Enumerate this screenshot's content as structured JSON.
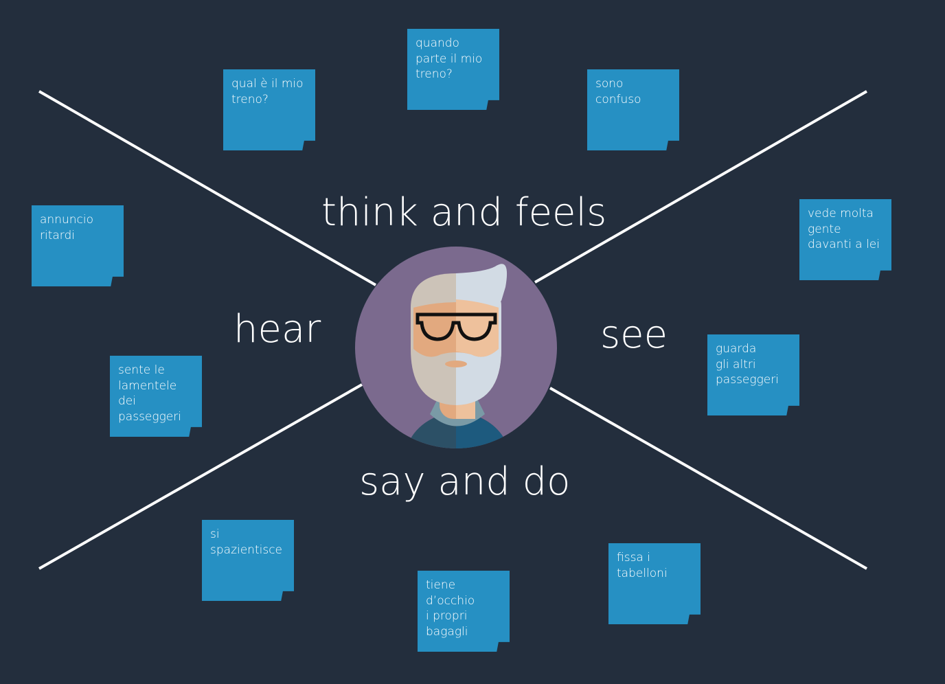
{
  "quadrants": {
    "top": "think and feels",
    "left": "hear",
    "right": "see",
    "bottom": "say and do"
  },
  "notes": [
    {
      "text": "quando\nparte il mio\ntreno?",
      "quadrant": "think and feels"
    },
    {
      "text": "qual è il mio\ntreno?",
      "quadrant": "think and feels"
    },
    {
      "text": "sono\nconfuso",
      "quadrant": "think and feels"
    },
    {
      "text": "annuncio\nritardi",
      "quadrant": "hear"
    },
    {
      "text": "sente le\nlamentele dei\npasseggeri",
      "quadrant": "hear"
    },
    {
      "text": "vede molta\ngente\ndavanti a lei",
      "quadrant": "see"
    },
    {
      "text": "guarda\ngli altri\npasseggeri",
      "quadrant": "see"
    },
    {
      "text": "si\nspazientisce",
      "quadrant": "say and do"
    },
    {
      "text": "tiene\nd’occhio\ni propri\nbagagli",
      "quadrant": "say and do"
    },
    {
      "text": "fissa i\ntabelloni",
      "quadrant": "say and do"
    }
  ],
  "colors": {
    "background": "#232e3d",
    "note": "#2690c3",
    "avatar_bg": "#7b6a8e"
  }
}
